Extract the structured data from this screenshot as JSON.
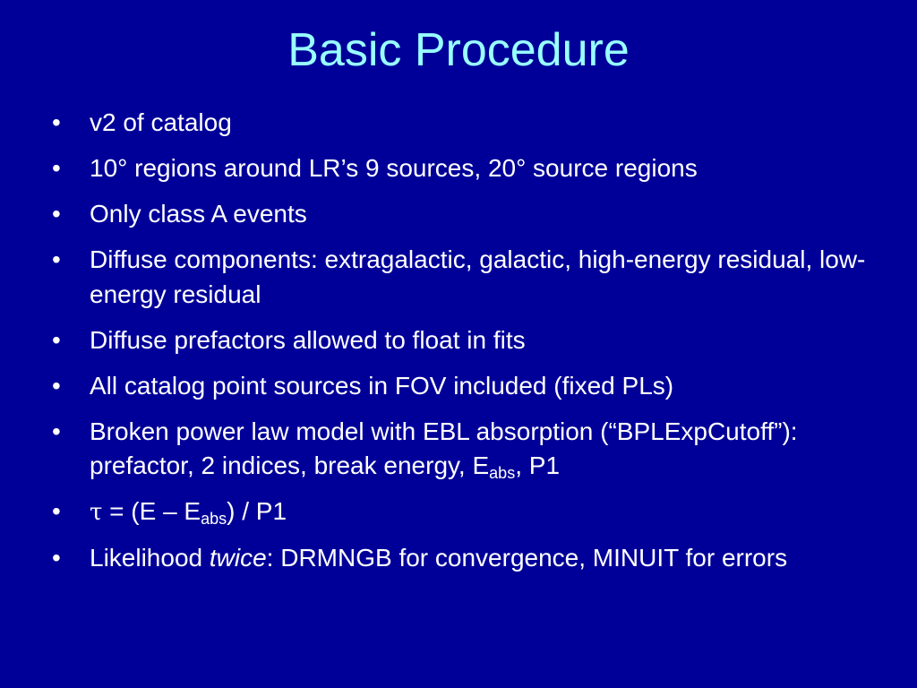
{
  "slide": {
    "title": "Basic Procedure",
    "bullet_symbol": "•",
    "bullets": [
      {
        "text": "v2 of catalog"
      },
      {
        "text": "10° regions around LR’s 9 sources, 20° source regions"
      },
      {
        "text": "Only class A events"
      },
      {
        "text": "Diffuse components: extragalactic, galactic, high-energy residual, low-energy residual"
      },
      {
        "text": "Diffuse prefactors allowed to float in fits"
      },
      {
        "text": "All catalog point sources in FOV included (fixed PLs)"
      },
      {
        "text_main": "Broken power law model with EBL absorption (“BPLExpCutoff”): prefactor, 2 indices, break energy, E",
        "sub": "abs",
        "text_after": ", P1"
      },
      {
        "tau": "τ",
        "text_a": " = (E – E",
        "sub": "abs",
        "text_b": ") / P1"
      },
      {
        "text_a": "Likelihood ",
        "emphasis": "twice",
        "text_b": ": DRMNGB for convergence, MINUIT for errors"
      }
    ]
  },
  "colors": {
    "background": "#000099",
    "title": "#99ffff",
    "body_text": "#ffffff"
  }
}
